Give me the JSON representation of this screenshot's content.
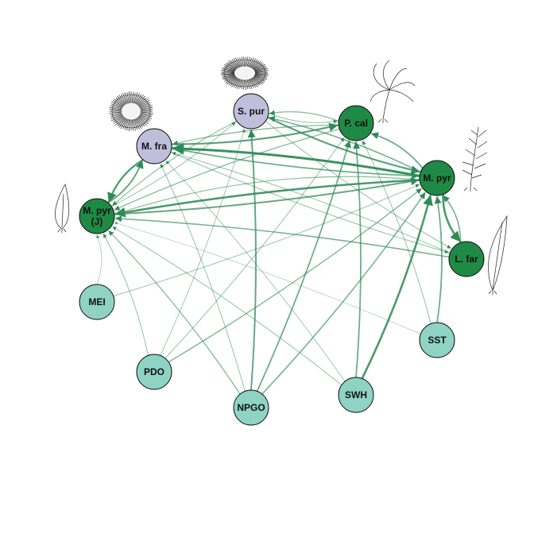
{
  "colors": {
    "kelp": "#1f8a45",
    "urchin": "#c0bedb",
    "climate": "#8fd3c5",
    "edge": "#2e8b57"
  },
  "nodes": [
    {
      "id": "spur",
      "lines": [
        "S. pur"
      ],
      "group": "urchin",
      "icon": "urchin-sketch-icon"
    },
    {
      "id": "mfra",
      "lines": [
        "M. fra"
      ],
      "group": "urchin",
      "icon": "urchin-sketch-icon"
    },
    {
      "id": "pcal",
      "lines": [
        "P. cal"
      ],
      "group": "kelp",
      "icon": "palm-kelp-sketch-icon"
    },
    {
      "id": "mpyr",
      "lines": [
        "M. pyr"
      ],
      "group": "kelp",
      "icon": "giant-kelp-sketch-icon"
    },
    {
      "id": "mpyrj",
      "lines": [
        "M. pyr",
        "(J)"
      ],
      "group": "kelp",
      "icon": "juvenile-kelp-sketch-icon"
    },
    {
      "id": "lfar",
      "lines": [
        "L. far"
      ],
      "group": "kelp",
      "icon": "laminaria-sketch-icon"
    },
    {
      "id": "mei",
      "lines": [
        "MEI"
      ],
      "group": "climate"
    },
    {
      "id": "pdo",
      "lines": [
        "PDO"
      ],
      "group": "climate"
    },
    {
      "id": "npgo",
      "lines": [
        "NPGO"
      ],
      "group": "climate"
    },
    {
      "id": "swh",
      "lines": [
        "SWH"
      ],
      "group": "climate"
    },
    {
      "id": "sst",
      "lines": [
        "SST"
      ],
      "group": "climate"
    }
  ],
  "edges": [
    {
      "from": "mpyr",
      "to": "mfra",
      "weight": 3
    },
    {
      "from": "mpyr",
      "to": "mpyrj",
      "weight": 2.6
    },
    {
      "from": "mpyrj",
      "to": "mpyr",
      "weight": 2
    },
    {
      "from": "mpyr",
      "to": "lfar",
      "weight": 2.6
    },
    {
      "from": "lfar",
      "to": "mpyr",
      "weight": 1.6
    },
    {
      "from": "swh",
      "to": "mpyr",
      "weight": 2.6
    },
    {
      "from": "mfra",
      "to": "mpyrj",
      "weight": 2.4
    },
    {
      "from": "mpyrj",
      "to": "mfra",
      "weight": 2
    },
    {
      "from": "mfra",
      "to": "pcal",
      "weight": 2.2
    },
    {
      "from": "spur",
      "to": "mpyr",
      "weight": 2.2
    },
    {
      "from": "mpyr",
      "to": "pcal",
      "weight": 1.8
    },
    {
      "from": "mfra",
      "to": "mpyr",
      "weight": 1.8
    },
    {
      "from": "mpyr",
      "to": "spur",
      "weight": 1.6
    },
    {
      "from": "pcal",
      "to": "spur",
      "weight": 1.3
    },
    {
      "from": "spur",
      "to": "pcal",
      "weight": 1.0
    },
    {
      "from": "pcal",
      "to": "mfra",
      "weight": 1.3
    },
    {
      "from": "pcal",
      "to": "mpyrj",
      "weight": 1.3
    },
    {
      "from": "spur",
      "to": "mpyrj",
      "weight": 1.2
    },
    {
      "from": "mpyrj",
      "to": "spur",
      "weight": 1.0
    },
    {
      "from": "lfar",
      "to": "mpyrj",
      "weight": 1.6
    },
    {
      "from": "lfar",
      "to": "mfra",
      "weight": 1.0
    },
    {
      "from": "spur",
      "to": "lfar",
      "weight": 1.0
    },
    {
      "from": "npgo",
      "to": "spur",
      "weight": 2.0
    },
    {
      "from": "npgo",
      "to": "pcal",
      "weight": 1.8
    },
    {
      "from": "npgo",
      "to": "mpyr",
      "weight": 1.6
    },
    {
      "from": "npgo",
      "to": "mpyrj",
      "weight": 1.3
    },
    {
      "from": "npgo",
      "to": "mfra",
      "weight": 1.0
    },
    {
      "from": "swh",
      "to": "pcal",
      "weight": 1.8
    },
    {
      "from": "swh",
      "to": "mpyrj",
      "weight": 1.0
    },
    {
      "from": "swh",
      "to": "mfra",
      "weight": 0.9
    },
    {
      "from": "sst",
      "to": "mpyr",
      "weight": 1.8
    },
    {
      "from": "sst",
      "to": "pcal",
      "weight": 1.0
    },
    {
      "from": "sst",
      "to": "mpyrj",
      "weight": 0.7
    },
    {
      "from": "pdo",
      "to": "mpyr",
      "weight": 1.4
    },
    {
      "from": "pdo",
      "to": "pcal",
      "weight": 1.0
    },
    {
      "from": "pdo",
      "to": "spur",
      "weight": 0.9
    },
    {
      "from": "pdo",
      "to": "mpyrj",
      "weight": 1.0
    },
    {
      "from": "mei",
      "to": "mpyrj",
      "weight": 0.8
    },
    {
      "from": "mei",
      "to": "mpyr",
      "weight": 1.0
    },
    {
      "from": "mpyr",
      "to": "mpyrj",
      "weight": 1.2,
      "alt": true
    },
    {
      "from": "mfra",
      "to": "lfar",
      "weight": 1.0
    }
  ]
}
